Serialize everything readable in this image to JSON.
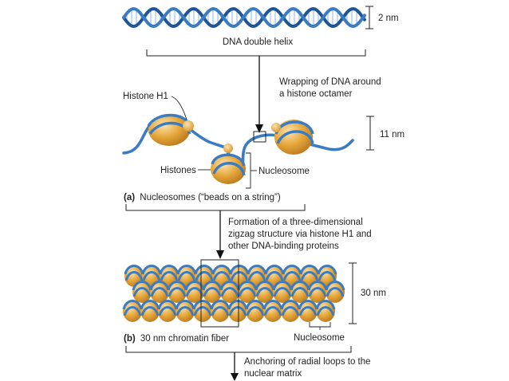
{
  "helix": {
    "label": "DNA double helix",
    "scale": "2 nm"
  },
  "step1": {
    "line1": "Wrapping of DNA around",
    "line2": "a histone octamer"
  },
  "panel_a": {
    "histone_h1": "Histone H1",
    "histones": "Histones",
    "nucleosome": "Nucleosome",
    "scale": "11 nm",
    "caption_letter": "(a)",
    "caption_text": "Nucleosomes (“beads on a string”)"
  },
  "step2": {
    "line1": "Formation of a three-dimensional",
    "line2": "zigzag structure via histone H1 and",
    "line3": "other DNA-binding proteins"
  },
  "panel_b": {
    "scale": "30 nm",
    "caption_letter": "(b)",
    "caption_text": "30 nm chromatin fiber",
    "nucleosome": "Nucleosome"
  },
  "step3": {
    "line1": "Anchoring of radial loops to the",
    "line2": "nuclear matrix"
  },
  "colors": {
    "dna": "#3a7cc4",
    "dna_dark": "#1f5596",
    "histone": "#e6a63a",
    "histone_light": "#f6d89a",
    "line": "#222222"
  }
}
